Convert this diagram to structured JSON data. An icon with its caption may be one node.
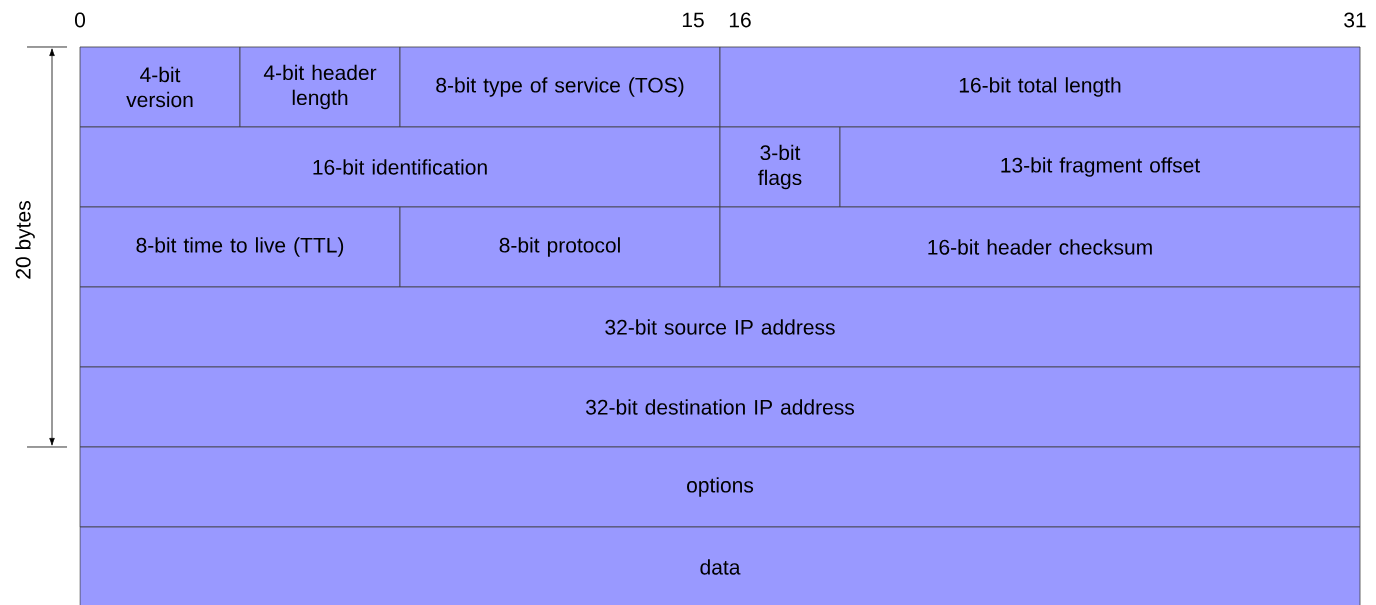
{
  "diagram": {
    "nodes": [
      {
        "text": [
          "4-bit version"
        ]
      },
      {
        "text": [
          "4-bit header length"
        ]
      },
      {
        "text": [
          "8-bit type of service (TOS)"
        ]
      },
      {
        "text": [
          "16-bit total length"
        ]
      },
      {
        "text": [
          "16-bit identification"
        ]
      },
      {
        "text": [
          "3-bit flags"
        ]
      },
      {
        "text": [
          "13-bit fragment offset"
        ]
      },
      {
        "text": [
          "8-bit time to live (TTL)"
        ]
      },
      {
        "text": [
          "8-bit protocol"
        ]
      },
      {
        "text": [
          "16-bit header checksum"
        ]
      },
      {
        "text": [
          "32-bit source IP address"
        ]
      },
      {
        "text": [
          "32-bit destination IP address"
        ]
      },
      {
        "text": [
          "options"
        ]
      },
      {
        "text": [
          "data"
        ]
      }
    ],
    "labels": [
      "0",
      "15",
      "16",
      "31",
      "20 bytes"
    ]
  }
}
